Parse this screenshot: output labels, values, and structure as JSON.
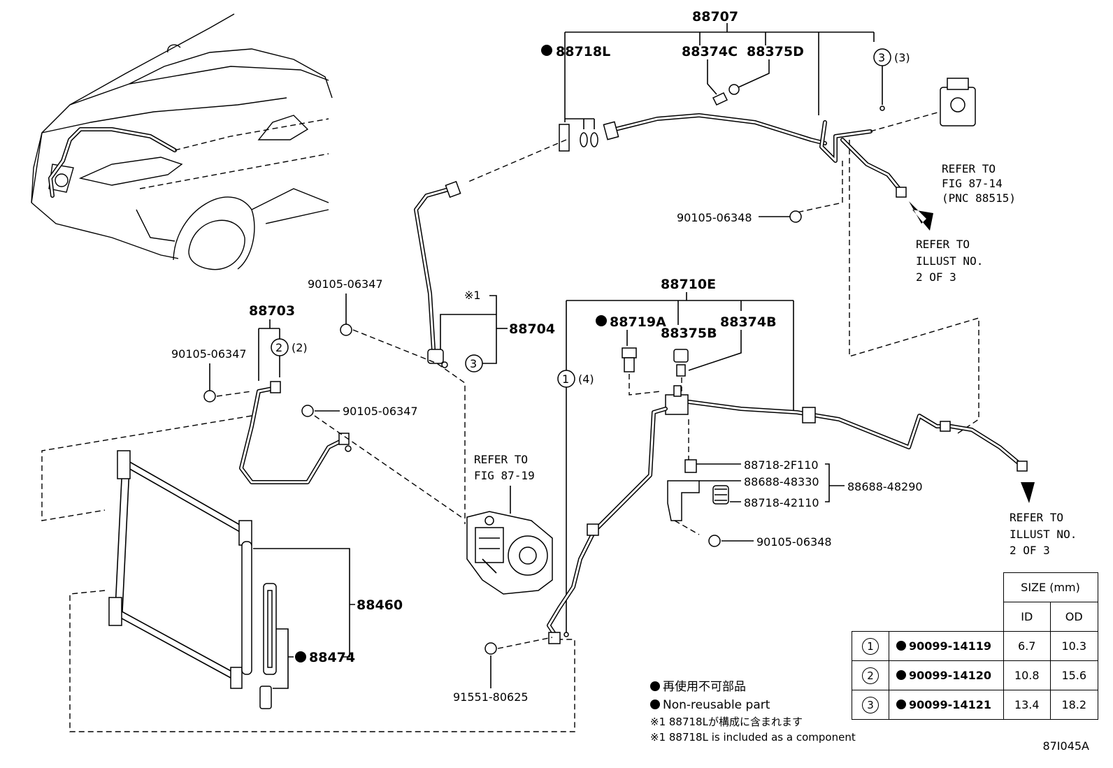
{
  "part_numbers": {
    "p88707": "88707",
    "p88718L": "88718L",
    "p88374C": "88374C",
    "p88375D": "88375D",
    "p88703": "88703",
    "p88704": "88704",
    "p88710E": "88710E",
    "p88719A": "88719A",
    "p88375B": "88375B",
    "p88374B": "88374B",
    "p88460": "88460",
    "p88474": "88474",
    "bolt_top": "90105-06347",
    "bolt_left": "90105-06347",
    "bolt_mid": "90105-06347",
    "bolt_upper_right": "90105-06348",
    "bolt_lower_right": "90105-06348",
    "bolt_bottom": "91551-80625",
    "p88718_2F110": "88718-2F110",
    "p88688_48330": "88688-48330",
    "p88688_48290": "88688-48290",
    "p88718_42110": "88718-42110"
  },
  "callouts": {
    "c3_top": "3",
    "c3_top_qty": "(3)",
    "c2": "2",
    "c2_qty": "(2)",
    "c3_mid": "3",
    "c1": "1",
    "c1_qty": "(4)",
    "note_mark": "※1"
  },
  "references": {
    "fig_87_14": [
      "REFER TO",
      "FIG 87-14",
      "(PNC 88515)"
    ],
    "illust_2_of_3_top": [
      "REFER TO",
      "ILLUST NO.",
      "2 OF 3"
    ],
    "fig_87_19": [
      "REFER TO",
      "FIG 87-19"
    ],
    "illust_2_of_3_bottom": [
      "REFER TO",
      "ILLUST NO.",
      "2 OF 3"
    ]
  },
  "size_table": {
    "header": "SIZE (mm)",
    "col_id": "ID",
    "col_od": "OD",
    "rows": [
      {
        "mark": "1",
        "part": "90099-14119",
        "id": "6.7",
        "od": "10.3"
      },
      {
        "mark": "2",
        "part": "90099-14120",
        "id": "10.8",
        "od": "15.6"
      },
      {
        "mark": "3",
        "part": "90099-14121",
        "id": "13.4",
        "od": "18.2"
      }
    ]
  },
  "legend": {
    "jp": "再使用不可部品",
    "en": "Non-reusable part",
    "note_jp": "※1 88718Lが構成に含まれます",
    "note_en": "※1 88718L is included as a component"
  },
  "illustration_code": "87I045A"
}
